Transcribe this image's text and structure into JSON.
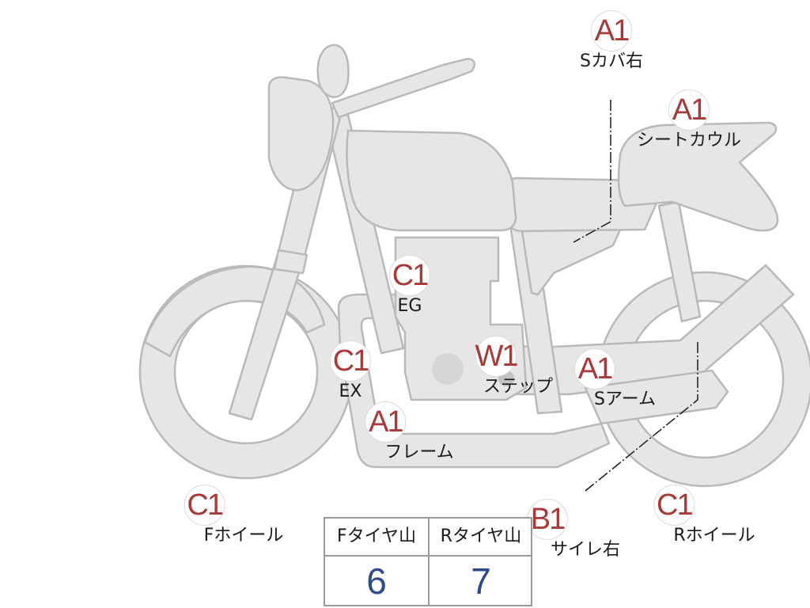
{
  "parts": [
    {
      "id": "s-cover-right",
      "grade": "A1",
      "label": "Sカバ右"
    },
    {
      "id": "seat-cowl",
      "grade": "A1",
      "label": "シートカウル"
    },
    {
      "id": "engine",
      "grade": "C1",
      "label": "EG"
    },
    {
      "id": "exhaust",
      "grade": "C1",
      "label": "EX"
    },
    {
      "id": "step",
      "grade": "W1",
      "label": "ステップ"
    },
    {
      "id": "swing-arm",
      "grade": "A1",
      "label": "Sアーム"
    },
    {
      "id": "frame",
      "grade": "A1",
      "label": "フレーム"
    },
    {
      "id": "front-wheel",
      "grade": "C1",
      "label": "Fホイール"
    },
    {
      "id": "silencer-right",
      "grade": "B1",
      "label": "サイレ右"
    },
    {
      "id": "rear-wheel",
      "grade": "C1",
      "label": "Rホイール"
    }
  ],
  "tire_table": {
    "headers": [
      "Fタイヤ山",
      "Rタイヤ山"
    ],
    "values": [
      "6",
      "7"
    ]
  },
  "colors": {
    "grade_text": "#a83a3a",
    "tire_value_text": "#2f4a8a",
    "part_fill": "#e6e6e4",
    "part_stroke": "#b9b9b7"
  }
}
